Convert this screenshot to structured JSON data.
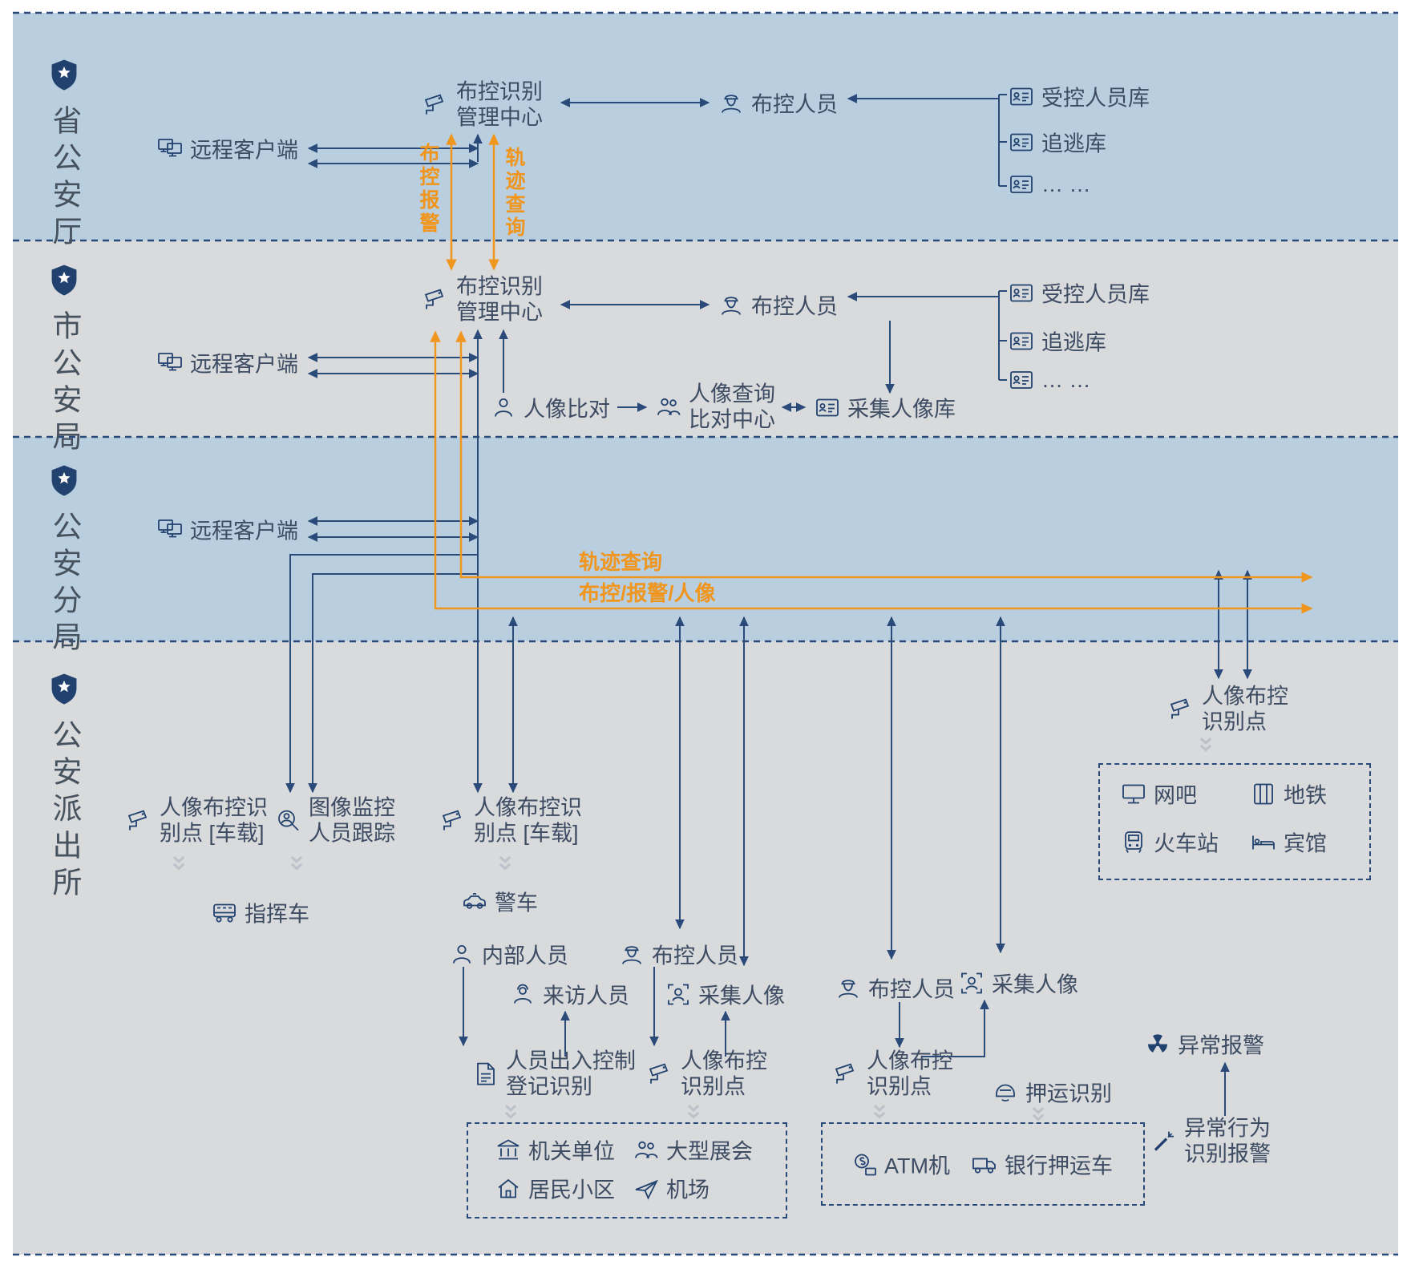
{
  "colors": {
    "band_blue": "#b9cede",
    "band_gray": "#d8dadc",
    "line_blue": "#2a4a7a",
    "accent_orange": "#f0961e",
    "icon_navy": "#21416f",
    "text_dark": "#3d4c63"
  },
  "bands": [
    {
      "label": "省公安厅"
    },
    {
      "label": "市公安局"
    },
    {
      "label": "公安分局"
    },
    {
      "label": "公安派出所"
    }
  ],
  "flow_labels": {
    "alarm_up": "布控报警",
    "trajectory_v": "轨迹查询",
    "trajectory_h": "轨迹查询",
    "control_alarm_face": "布控/报警/人像"
  },
  "nodes": {
    "remote1": {
      "label": "远程客户端",
      "icon": "dual-monitor"
    },
    "center1": {
      "lines": [
        "布控识别",
        "管理中心"
      ],
      "icon": "surveillance-camera"
    },
    "bukong1": {
      "label": "布控人员",
      "icon": "police-officer"
    },
    "db1a": {
      "label": "受控人员库",
      "icon": "id-card"
    },
    "db1b": {
      "label": "追逃库",
      "icon": "id-card"
    },
    "db1c": {
      "label": "… …",
      "icon": "id-card"
    },
    "center2": {
      "lines": [
        "布控识别",
        "管理中心"
      ],
      "icon": "surveillance-camera"
    },
    "remote2": {
      "label": "远程客户端",
      "icon": "dual-monitor"
    },
    "bukong2": {
      "label": "布控人员",
      "icon": "police-officer"
    },
    "db2a": {
      "label": "受控人员库",
      "icon": "id-card"
    },
    "db2b": {
      "label": "追逃库",
      "icon": "id-card"
    },
    "db2c": {
      "label": "… …",
      "icon": "id-card"
    },
    "face_compare": {
      "label": "人像比对",
      "icon": "person"
    },
    "face_center": {
      "lines": [
        "人像查询",
        "比对中心"
      ],
      "icon": "people"
    },
    "face_db": {
      "label": "采集人像库",
      "icon": "id-card"
    },
    "remote3": {
      "label": "远程客户端",
      "icon": "dual-monitor"
    },
    "dot_tr": {
      "lines": [
        "人像布控",
        "识别点"
      ],
      "icon": "surveillance-camera"
    },
    "wangba": {
      "label": "网吧",
      "icon": "monitor"
    },
    "ditie": {
      "label": "地铁",
      "icon": "metro-gate"
    },
    "huochezhan": {
      "label": "火车站",
      "icon": "train"
    },
    "binguan": {
      "label": "宾馆",
      "icon": "hotel-bed"
    },
    "dot_left": {
      "lines": [
        "人像布控识",
        "别点 [车载]"
      ],
      "icon": "surveillance-camera"
    },
    "tracking": {
      "lines": [
        "图像监控",
        "人员跟踪"
      ],
      "icon": "person-magnifier"
    },
    "zhihuiche": {
      "label": "指挥车",
      "icon": "command-bus"
    },
    "dot_mid": {
      "lines": [
        "人像布控识",
        "别点 [车载]"
      ],
      "icon": "surveillance-camera"
    },
    "jingche": {
      "label": "警车",
      "icon": "police-car"
    },
    "neibu": {
      "label": "内部人员",
      "icon": "person"
    },
    "laifang": {
      "label": "来访人员",
      "icon": "visitor"
    },
    "bukong4a": {
      "label": "布控人员",
      "icon": "police-officer"
    },
    "caiji4a": {
      "label": "采集人像",
      "icon": "face-scan"
    },
    "churu": {
      "lines": [
        "人员出入控制",
        "登记识别"
      ],
      "icon": "document"
    },
    "dot_mid2": {
      "lines": [
        "人像布控",
        "识别点"
      ],
      "icon": "surveillance-camera"
    },
    "jiguan": {
      "label": "机关单位",
      "icon": "government-building"
    },
    "zhanhui": {
      "label": "大型展会",
      "icon": "people"
    },
    "xiaoqu": {
      "label": "居民小区",
      "icon": "house"
    },
    "jichang": {
      "label": "机场",
      "icon": "airplane"
    },
    "bukong4b": {
      "label": "布控人员",
      "icon": "police-officer"
    },
    "caiji4b": {
      "label": "采集人像",
      "icon": "face-scan"
    },
    "dot_br": {
      "lines": [
        "人像布控",
        "识别点"
      ],
      "icon": "surveillance-camera"
    },
    "yayun": {
      "label": "押运识别",
      "icon": "helmet"
    },
    "atm": {
      "label": "ATM机",
      "icon": "coin-atm"
    },
    "yayunche": {
      "label": "银行押运车",
      "icon": "armored-truck"
    },
    "alarm": {
      "label": "异常报警",
      "icon": "alarm-radiation"
    },
    "behavior": {
      "lines": [
        "异常行为",
        "识别报警"
      ],
      "icon": "weapon-spark"
    }
  }
}
